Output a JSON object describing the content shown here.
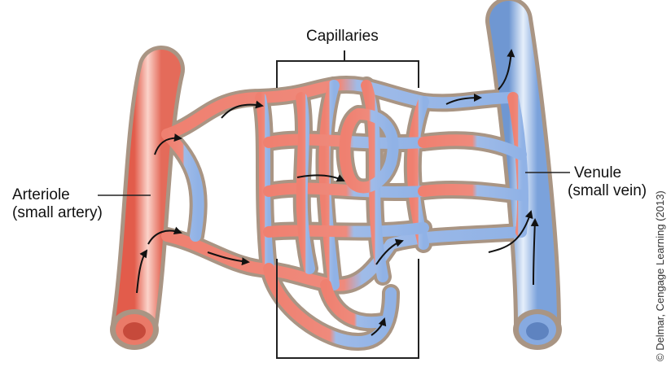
{
  "labels": {
    "capillaries": "Capillaries",
    "arteriole_line1": "Arteriole",
    "arteriole_line2": "(small artery)",
    "venule_line1": "Venule",
    "venule_line2": "(small vein)"
  },
  "credit": "© Delmar, Cengage Learning (2013)",
  "colors": {
    "artery": "#f08372",
    "artery_dark": "#d85a4a",
    "artery_light": "#fbd0c6",
    "vein": "#8fb3e6",
    "vein_dark": "#6c93cf",
    "vein_light": "#dfeafa",
    "vessel_wall": "#a99584",
    "arrow": "#111111",
    "bracket": "#222222"
  }
}
